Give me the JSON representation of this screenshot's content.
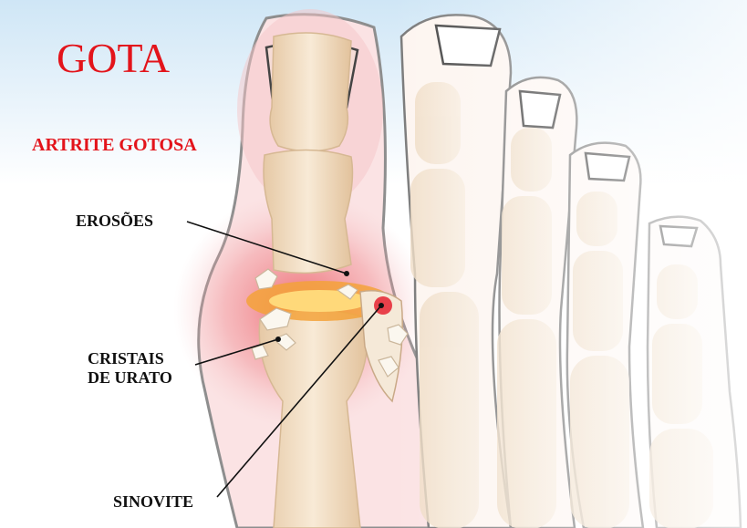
{
  "title": "GOTA",
  "subtitle": "ARTRITE GOTOSA",
  "labels": {
    "erosoes": "EROSÕES",
    "cristais_line1": "CRISTAIS",
    "cristais_line2": "DE URATO",
    "sinovite": "SINOVITE"
  },
  "colors": {
    "title": "#e3141b",
    "label": "#111111",
    "inflammation": "#e8404a",
    "bone": "#f1dcc0",
    "skin_outline": "#8e8e8e"
  }
}
